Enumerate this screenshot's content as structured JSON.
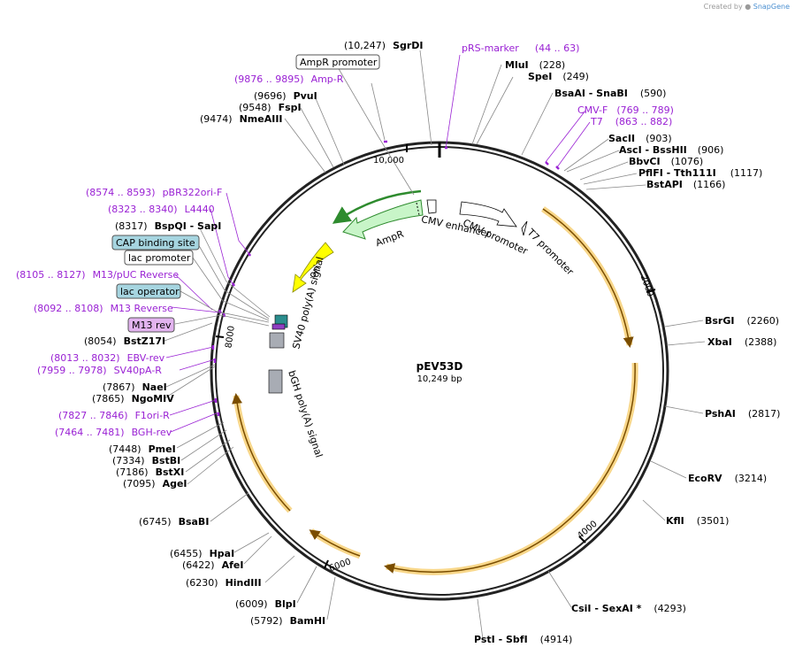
{
  "credit": {
    "prefix": "Created by",
    "brand": "SnapGene"
  },
  "plasmid": {
    "name": "pEV53D",
    "size": "10,249 bp"
  },
  "ticks": [
    "10,000",
    "2000",
    "4000",
    "6000",
    "8000"
  ],
  "top_labels": [
    {
      "pos": "(10,247)",
      "name": "SgrDI"
    },
    {
      "box": "AmpR promoter"
    },
    {
      "prm": "(9876 .. 9895)",
      "name": "Amp-R"
    },
    {
      "pos": "(9696)",
      "name": "PvuI"
    },
    {
      "pos": "(9548)",
      "name": "FspI"
    },
    {
      "pos": "(9474)",
      "name": "NmeAIII"
    }
  ],
  "right_labels": [
    {
      "name": "pRS-marker",
      "pos": "(44 .. 63)",
      "primer": true
    },
    {
      "name": "MluI",
      "pos": "(228)"
    },
    {
      "name": "SpeI",
      "pos": "(249)"
    },
    {
      "name": "BsaAI - SnaBI",
      "pos": "(590)"
    },
    {
      "name": "CMV-F",
      "pos": "(769 .. 789)",
      "primer": true
    },
    {
      "name": "T7",
      "pos": "(863 .. 882)",
      "primer": true
    },
    {
      "name": "SacII",
      "pos": "(903)"
    },
    {
      "name": "AscI - BssHII",
      "pos": "(906)"
    },
    {
      "name": "BbvCI",
      "pos": "(1076)"
    },
    {
      "name": "PflFI - Tth111I",
      "pos": "(1117)"
    },
    {
      "name": "BstAPI",
      "pos": "(1166)"
    },
    {
      "name": "BsrGI",
      "pos": "(2260)"
    },
    {
      "name": "XbaI",
      "pos": "(2388)"
    },
    {
      "name": "PshAI",
      "pos": "(2817)"
    },
    {
      "name": "EcoRV",
      "pos": "(3214)"
    },
    {
      "name": "KflI",
      "pos": "(3501)"
    },
    {
      "name": "CsiI - SexAI *",
      "pos": "(4293)"
    },
    {
      "name": "PstI - SbfI",
      "pos": "(4914)"
    }
  ],
  "left_labels": [
    {
      "pos": "(8574 .. 8593)",
      "name": "pBR322ori-F",
      "primer": true
    },
    {
      "pos": "(8323 .. 8340)",
      "name": "L4440",
      "primer": true
    },
    {
      "pos": "(8317)",
      "name": "BspQI - SapI"
    },
    {
      "box": "CAP binding site",
      "kind": "cap"
    },
    {
      "box": "lac promoter",
      "kind": "prom"
    },
    {
      "pos": "(8105 .. 8127)",
      "name": "M13/pUC Reverse",
      "primer": true
    },
    {
      "box": "lac operator",
      "kind": "cap"
    },
    {
      "pos": "(8092 .. 8108)",
      "name": "M13 Reverse",
      "primer": true
    },
    {
      "box": "M13 rev",
      "kind": "m13"
    },
    {
      "pos": "(8054)",
      "name": "BstZ17I"
    },
    {
      "pos": "(8013 .. 8032)",
      "name": "EBV-rev",
      "primer": true
    },
    {
      "pos": "(7959 .. 7978)",
      "name": "SV40pA-R",
      "primer": true
    },
    {
      "pos": "(7867)",
      "name": "NaeI"
    },
    {
      "pos": "(7865)",
      "name": "NgoMIV"
    },
    {
      "pos": "(7827 .. 7846)",
      "name": "F1ori-R",
      "primer": true
    },
    {
      "pos": "(7464 .. 7481)",
      "name": "BGH-rev",
      "primer": true
    },
    {
      "pos": "(7448)",
      "name": "PmeI"
    },
    {
      "pos": "(7334)",
      "name": "BstBI"
    },
    {
      "pos": "(7186)",
      "name": "BstXI"
    },
    {
      "pos": "(7095)",
      "name": "AgeI"
    },
    {
      "pos": "(6745)",
      "name": "BsaBI"
    },
    {
      "pos": "(6455)",
      "name": "HpaI"
    },
    {
      "pos": "(6422)",
      "name": "AfeI"
    },
    {
      "pos": "(6230)",
      "name": "HindIII"
    },
    {
      "pos": "(6009)",
      "name": "BlpI"
    },
    {
      "pos": "(5792)",
      "name": "BamHI"
    }
  ],
  "features": {
    "cmv_enhancer": "CMV enhancer",
    "cmv_promoter": "CMV promoter",
    "t7_promoter": "T7 promoter",
    "ampr": "AmpR",
    "ori": "ori",
    "sv40": "SV40 poly(A) signal",
    "bgh": "bGH poly(A) signal"
  },
  "colors": {
    "primer": "#9a22d4",
    "backbone": "#222222",
    "orf_outline": "#e8a317",
    "ampr_fill": "#c8f5c8",
    "ampr_stroke": "#2e8b2e",
    "ori_fill": "#ffff00",
    "cap_fill": "#a6d5e0",
    "m13_fill": "#e2b3ef",
    "polya_fill": "#a8acb4"
  }
}
